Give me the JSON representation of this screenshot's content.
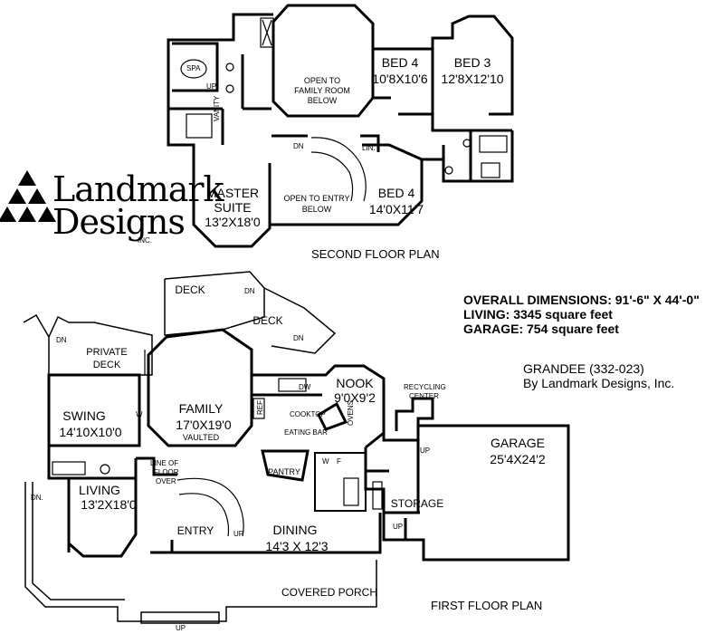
{
  "logo": {
    "line1": "Landmark",
    "line2": "Designs",
    "line3": "INC."
  },
  "second_floor": {
    "title": "SECOND FLOOR PLAN",
    "rooms": {
      "bed4_upper": {
        "name": "BED 4",
        "size": "10'8X10'6"
      },
      "bed3": {
        "name": "BED 3",
        "size": "12'8X12'10"
      },
      "bed4_lower": {
        "name": "BED 4",
        "size": "14'0X11'7"
      },
      "master": {
        "name1": "MASTER",
        "name2": "SUITE",
        "size": "13'2X18'0"
      }
    },
    "notes": {
      "open_family_1": "OPEN TO",
      "open_family_2": "FAMILY ROOM",
      "open_family_3": "BELOW",
      "open_entry_1": "OPEN TO ENTRY",
      "open_entry_2": "BELOW",
      "spa": "SPA",
      "up": "UP",
      "vanity": "VANITY",
      "dn": "DN",
      "lin": "LIN."
    }
  },
  "first_floor": {
    "title": "FIRST FLOOR PLAN",
    "rooms": {
      "deck_top": "DECK",
      "deck_mid": "DECK",
      "private_deck_1": "PRIVATE",
      "private_deck_2": "DECK",
      "swing": {
        "name": "SWING",
        "size": "14'10X10'0"
      },
      "family": {
        "name": "FAMILY",
        "size": "17'0X19'0",
        "note": "VAULTED"
      },
      "nook": {
        "name": "NOOK",
        "size": "9'0X9'2"
      },
      "living": {
        "name": "LIVING",
        "size": "13'2X18'0"
      },
      "dining": {
        "name": "DINING",
        "size": "14'3 X 12'3"
      },
      "garage": {
        "name": "GARAGE",
        "size": "25'4X24'2"
      },
      "storage": "STORAGE",
      "entry": "ENTRY",
      "pantry": "PANTRY",
      "covered_porch": "COVERED PORCH"
    },
    "notes": {
      "dn": "DN",
      "dn_porch": "DN.",
      "up": "UP",
      "cooktop": "COOKTOP",
      "eating_bar": "EATING BAR",
      "ovens": "OVENS",
      "dw": "DW",
      "ref": "REF",
      "recycling_1": "RECYCLING",
      "recycling_2": "CENTER",
      "floor_over_1": "LINE OF",
      "floor_over_2": "FLOOR",
      "floor_over_3": "OVER",
      "washer": "W",
      "freezer": "F",
      "w_swing": "W"
    }
  },
  "summary": {
    "dimensions": "OVERALL DIMENSIONS: 91'-6\" X 44'-0\"",
    "living": "LIVING: 3345 square feet",
    "garage": "GARAGE: 754 square feet",
    "plan_name": "GRANDEE (332-023)",
    "designer": "By Landmark Designs, Inc."
  },
  "colors": {
    "ink": "#000000",
    "paper": "#ffffff"
  }
}
